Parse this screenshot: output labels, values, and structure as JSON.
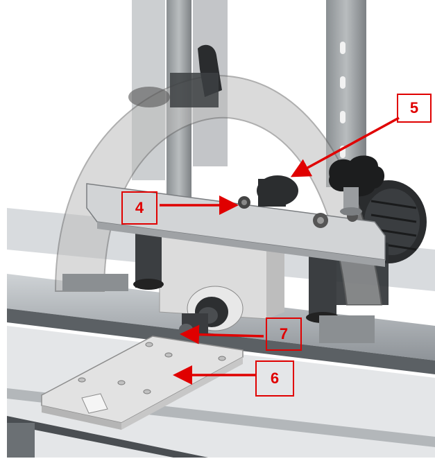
{
  "figure": {
    "callouts": [
      {
        "id": "5",
        "label": "5"
      },
      {
        "id": "4",
        "label": "4"
      },
      {
        "id": "7",
        "label": "7"
      },
      {
        "id": "6",
        "label": "6"
      }
    ],
    "colors": {
      "callout": "#e00000",
      "housing_translucent": "#b8b8b8",
      "metal_light": "#d9d9d9",
      "metal_dark": "#5a5a5a",
      "knob_black": "#1a1a1a",
      "background": "#ffffff"
    }
  }
}
